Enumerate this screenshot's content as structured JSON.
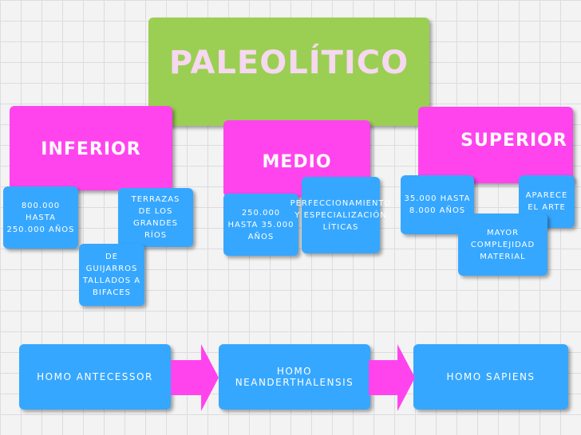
{
  "title": "PALEOLÍTICO",
  "periods": {
    "inferior": {
      "label": "INFERIOR",
      "dates": "800.000 HASTA 250.000 AÑOS",
      "terrazas": "TERRAZAS DE LOS GRANDES RÍOS",
      "guijarros": "DE GUIJARROS TALLADOS A BIFACES"
    },
    "medio": {
      "label": "MEDIO",
      "dates": "250.000 HASTA 35.000 AÑOS",
      "perfeccionamiento": "PERFECCIONAMIENTO Y ESPECIALIZACIÓN LÍTICAS"
    },
    "superior": {
      "label": "SUPERIOR",
      "dates": "35.000 HASTA 8.000 AÑOS",
      "arte": "APARECE EL ARTE",
      "complejidad": "MAYOR COMPLEJIDAD MATERIAL"
    }
  },
  "species": [
    "HOMO ANTECESSOR",
    "HOMO NEANDERTHALENSIS",
    "HOMO SAPIENS"
  ],
  "colors": {
    "green": "#9bcf53",
    "pink": "#ff44ee",
    "blue": "#36a7ff"
  }
}
